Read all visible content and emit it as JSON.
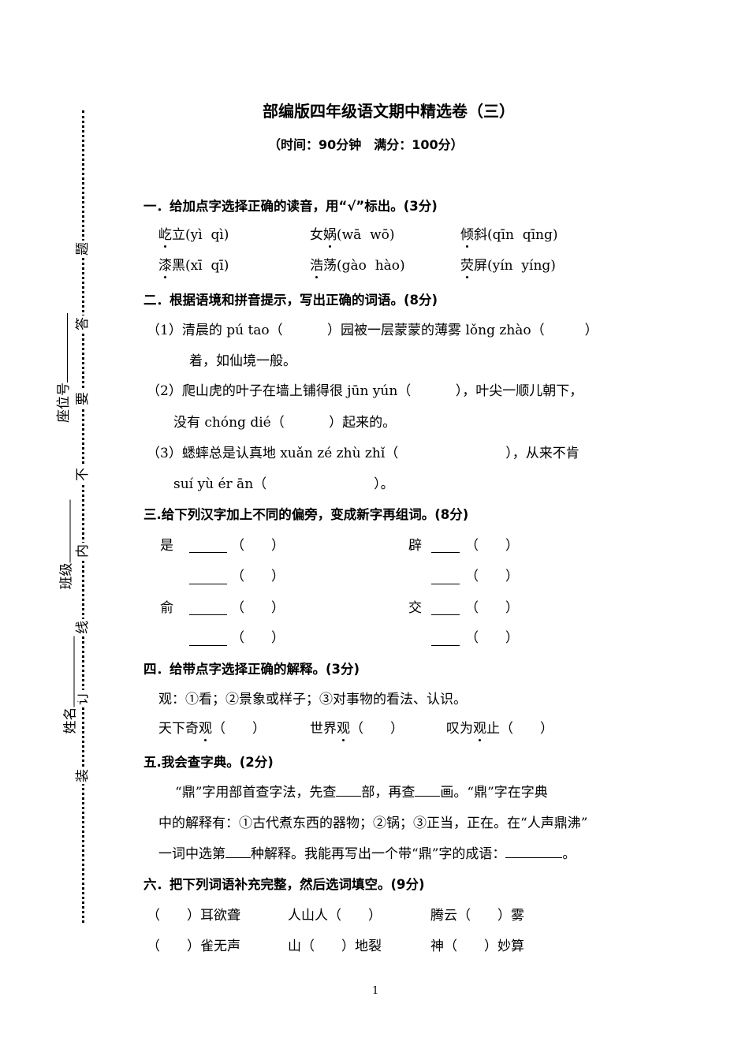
{
  "binding": {
    "chars": [
      "装",
      "订",
      "线",
      "内",
      "不",
      "要",
      "答",
      "题"
    ],
    "fields": [
      {
        "label": "姓名"
      },
      {
        "label": "班级"
      },
      {
        "label": "座位号"
      }
    ]
  },
  "header": {
    "title": "部编版四年级语文期中精选卷（三）",
    "subtitle": "（时间：90分钟　满分：100分）"
  },
  "s1": {
    "heading": "一．给加点字选择正确的读音，用“√”标出。(3分)",
    "items": [
      {
        "dot": "屹",
        "rest": "立(yì  qì)"
      },
      {
        "dot": "娲",
        "pre": "女",
        "rest": "(wā  wō)"
      },
      {
        "dot": "倾",
        "rest": "斜(qīn  qīng)"
      },
      {
        "dot": "漆",
        "rest": "黑(xī  qī)"
      },
      {
        "dot": "浩",
        "rest": "荡(gào  hào)"
      },
      {
        "dot": "荧",
        "rest": "屏(yín  yíng)"
      }
    ]
  },
  "s2": {
    "heading": "二．根据语境和拼音提示，写出正确的词语。(8分)",
    "lines": [
      "（1）清晨的 pú tao（　　　 ）园被一层蒙蒙的薄雾 lǒng zhào（　　　）",
      "着，如仙境一般。",
      "（2）爬山虎的叶子在墙上铺得很 jūn yún（　　　 ），叶尖一顺儿朝下，",
      "没有 chóng dié（　　　 ）起来的。",
      "（3）蟋蟀总是认真地 xuǎn zé zhù zhǐ（　　　　　　　　），从来不肯",
      "suí yù ér ān（　　　　　　　　）。"
    ]
  },
  "s3": {
    "heading": "三.给下列汉字加上不同的偏旁，变成新字再组词。(8分)",
    "chars": [
      "是",
      "辟",
      "俞",
      "交"
    ],
    "paren": "（　　）"
  },
  "s4": {
    "heading": "四．给带点字选择正确的解释。(3分)",
    "def": "观：①看；②景象或样子；③对事物的看法、认识。",
    "items": [
      {
        "pre": "天下奇",
        "dot": "观",
        "rest": "（　　）"
      },
      {
        "pre": "世界",
        "dot": "观",
        "rest": "（　　）"
      },
      {
        "pre": "叹为",
        "dot": "观",
        "rest": "止（　　）"
      }
    ]
  },
  "s5": {
    "heading": "五.我会查字典。(2分)",
    "l1a": "“鼎”字用部首查字法，先查",
    "l1b": "部，再查",
    "l1c": "画。“鼎”字在字典",
    "l2": "中的解释有：①古代煮东西的器物；②锅；③正当，正在。在“人声鼎沸”",
    "l3a": "一词中选第",
    "l3b": "种解释。我能再写出一个带“鼎”字的成语：",
    "l3c": "。"
  },
  "s6": {
    "heading": "六．把下列词语补充完整，然后选词填空。(9分)",
    "row1": [
      "（　　）耳欲聋",
      "人山人（　　）",
      "腾云（　　）雾"
    ],
    "row2": [
      "（　　）雀无声",
      "山（　　）地裂",
      "神（　　）妙算"
    ]
  },
  "page_number": "1"
}
